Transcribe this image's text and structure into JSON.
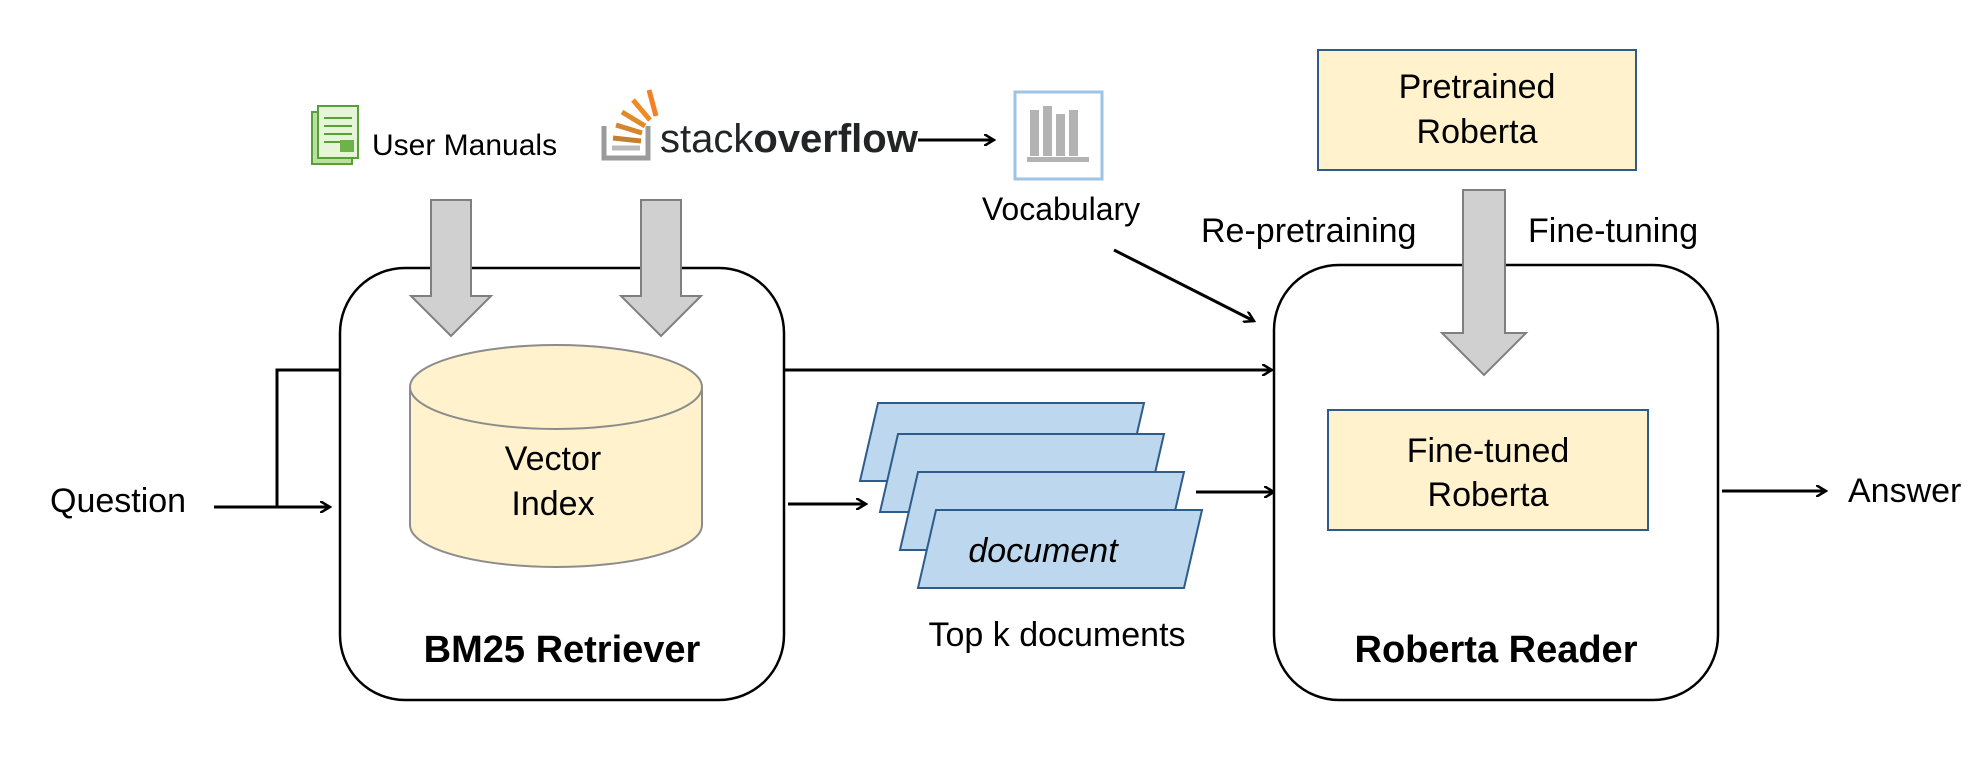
{
  "sources": {
    "user_manuals": "User Manuals",
    "stackoverflow_light": "stack",
    "stackoverflow_bold": "overflow"
  },
  "vocabulary": "Vocabulary",
  "pretrained": {
    "line1": "Pretrained",
    "line2": "Roberta"
  },
  "training": {
    "re_pretraining": "Re-pretraining",
    "amp": "&",
    "fine_tuning": "Fine-tuning"
  },
  "question": "Question",
  "retriever": {
    "title": "BM25 Retriever",
    "index": {
      "line1": "Vector",
      "line2": "Index"
    }
  },
  "documents": {
    "doc_label": "document",
    "caption": "Top k documents"
  },
  "reader": {
    "title": "Roberta Reader",
    "model": {
      "line1": "Fine-tuned",
      "line2": "Roberta"
    }
  },
  "answer": "Answer",
  "colors": {
    "cylinder_fill": "#fff2cc",
    "model_box_fill": "#fff2cc",
    "model_box_stroke": "#2e5c8a",
    "doc_fill": "#bdd7ee",
    "doc_stroke": "#2e5c8a",
    "gray_arrow": "#d0d0d0",
    "stackoverflow_orange": "#f48024"
  }
}
